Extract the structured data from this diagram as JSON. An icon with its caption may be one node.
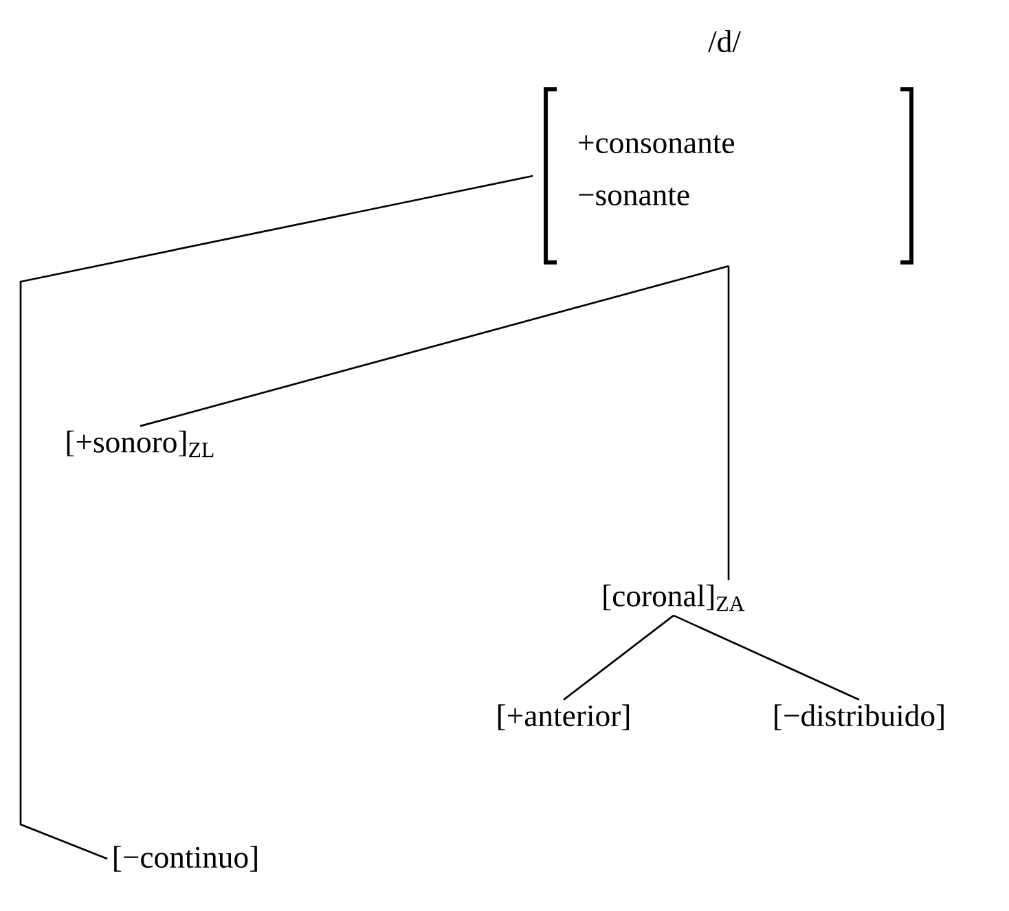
{
  "diagram": {
    "nodes": [
      {
        "text": [
          "/d/",
          "+consonante",
          "−sonante"
        ]
      },
      {
        "text": [
          "[+sonoro]$_{ZL}$"
        ]
      },
      {
        "text": [
          "[coronal]$_{ZA}$"
        ]
      },
      {
        "text": [
          "[+anterior]"
        ]
      },
      {
        "text": [
          "[−distribuido]"
        ]
      },
      {
        "text": [
          "[−continuo]"
        ]
      }
    ],
    "edges": [
      {
        "from": 0,
        "to": 5,
        "arrow": "none"
      },
      {
        "from": 0,
        "to": 1,
        "arrow": "none"
      },
      {
        "from": 0,
        "to": 2,
        "arrow": "none"
      },
      {
        "from": 2,
        "to": 3,
        "arrow": "none"
      },
      {
        "from": 2,
        "to": 4,
        "arrow": "none"
      }
    ]
  }
}
